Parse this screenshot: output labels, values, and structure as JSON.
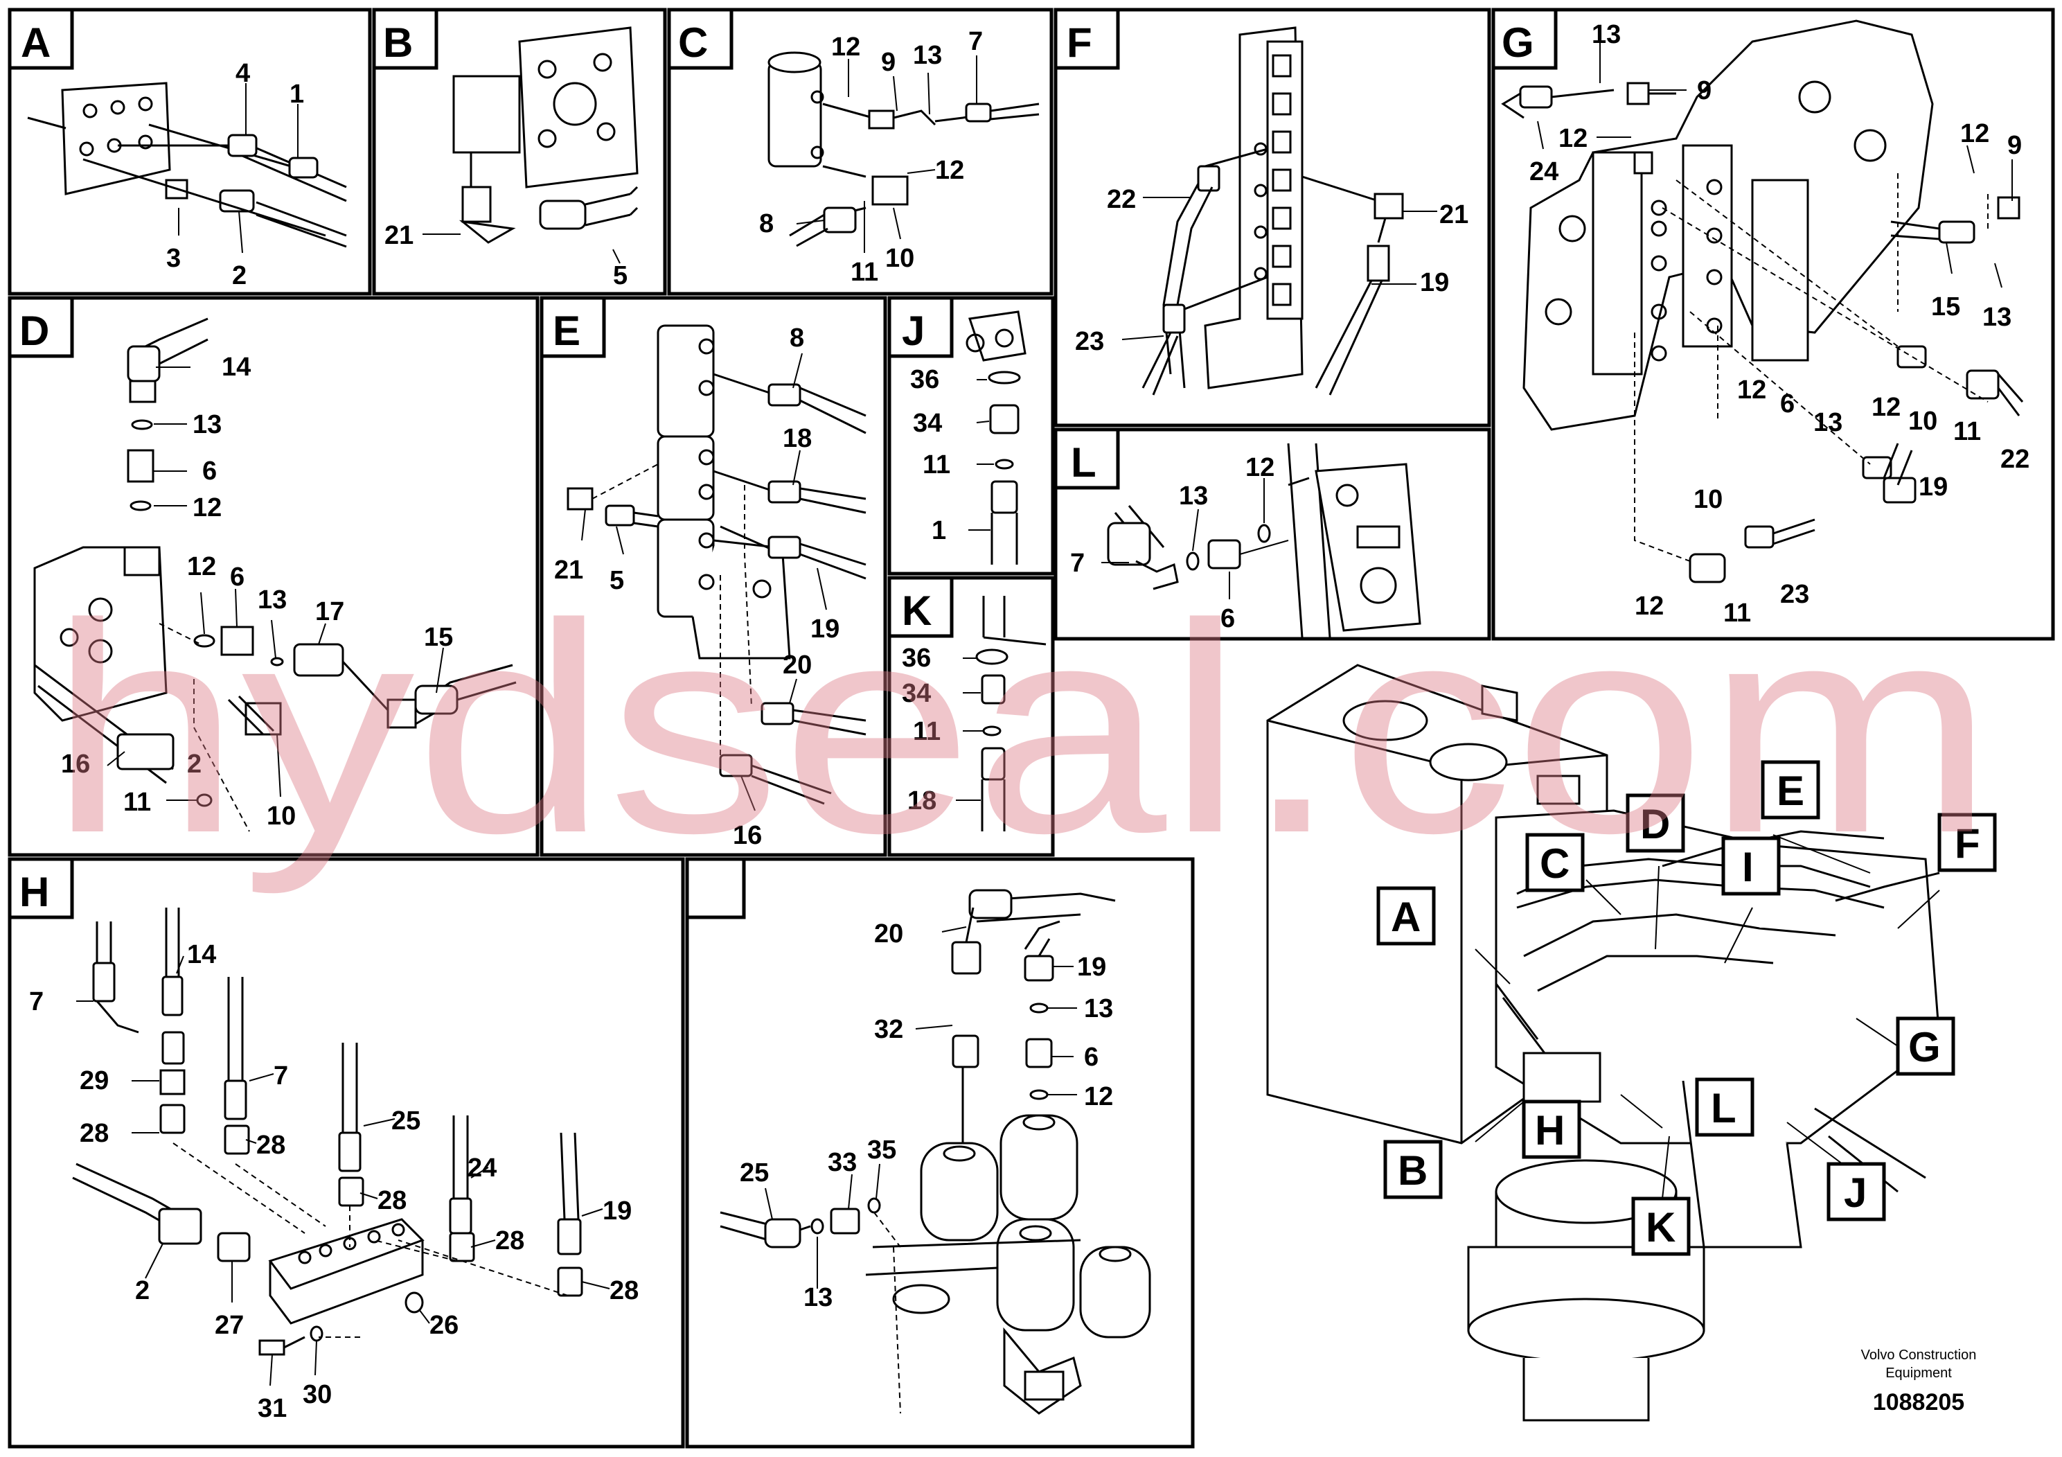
{
  "sections": [
    {
      "id": "A",
      "label": "A",
      "parts": [
        "4",
        "1",
        "3",
        "2"
      ]
    },
    {
      "id": "B",
      "label": "B",
      "parts": [
        "21",
        "5"
      ]
    },
    {
      "id": "C",
      "label": "C",
      "parts": [
        "12",
        "9",
        "13",
        "7",
        "12",
        "8",
        "11",
        "10"
      ]
    },
    {
      "id": "F",
      "label": "F",
      "parts": [
        "22",
        "21",
        "19",
        "23"
      ]
    },
    {
      "id": "G",
      "label": "G",
      "parts": [
        "13",
        "9",
        "12",
        "24",
        "12",
        "9",
        "15",
        "13",
        "12",
        "6",
        "13",
        "12",
        "10",
        "11",
        "22",
        "19",
        "10",
        "12",
        "11",
        "23"
      ]
    },
    {
      "id": "D",
      "label": "D",
      "parts": [
        "14",
        "13",
        "6",
        "12",
        "12",
        "6",
        "13",
        "17",
        "15",
        "16",
        "2",
        "11",
        "10"
      ]
    },
    {
      "id": "E",
      "label": "E",
      "parts": [
        "8",
        "18",
        "21",
        "5",
        "19",
        "20",
        "16"
      ]
    },
    {
      "id": "J",
      "label": "J",
      "parts": [
        "36",
        "34",
        "11",
        "1"
      ]
    },
    {
      "id": "K",
      "label": "K",
      "parts": [
        "36",
        "34",
        "11",
        "18"
      ]
    },
    {
      "id": "L",
      "label": "L",
      "parts": [
        "12",
        "13",
        "7",
        "6"
      ]
    },
    {
      "id": "H",
      "label": "H",
      "parts": [
        "14",
        "7",
        "29",
        "7",
        "28",
        "28",
        "25",
        "24",
        "28",
        "28",
        "19",
        "28",
        "2",
        "27",
        "26",
        "31",
        "30"
      ]
    },
    {
      "id": "I",
      "label": "",
      "parts": [
        "20",
        "19",
        "32",
        "13",
        "6",
        "12",
        "25",
        "33",
        "35",
        "13"
      ]
    }
  ],
  "overview_callouts": [
    "A",
    "B",
    "C",
    "D",
    "E",
    "F",
    "G",
    "H",
    "I",
    "J",
    "K",
    "L"
  ],
  "footer": {
    "company": "Volvo Construction",
    "company2": "Equipment",
    "doc_number": "1088205"
  },
  "watermark": "hydseal.com"
}
